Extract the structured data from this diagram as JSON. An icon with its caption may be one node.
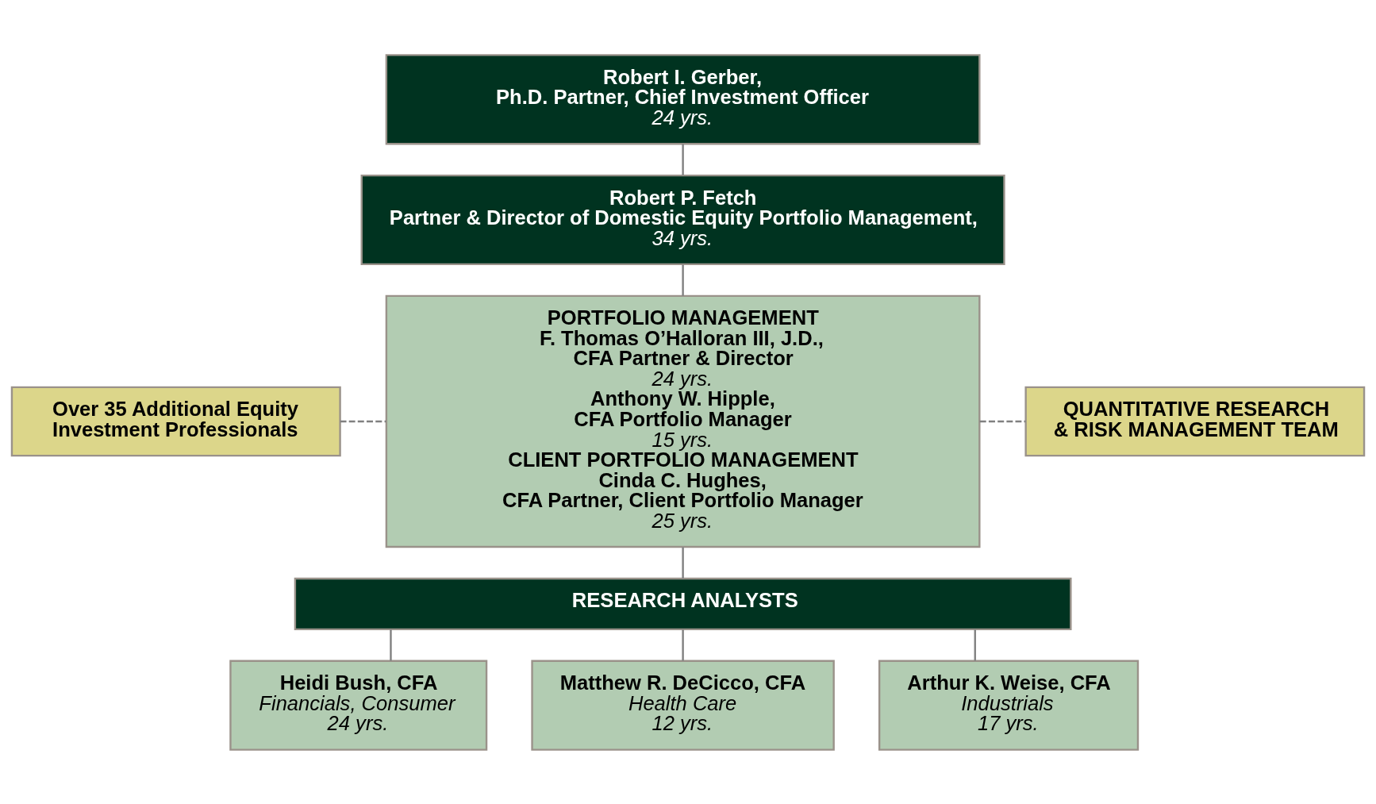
{
  "diagram": {
    "nodes": [
      {
        "text": [
          "Robert I. Gerber, Ph.D. Partner, Chief Investment Officer",
          "24 yrs."
        ]
      },
      {
        "text": [
          "Robert P. Fetch Partner & Director of Domestic Equity Portfolio Management,",
          "34 yrs."
        ]
      },
      {
        "text": [
          "PORTFOLIO MANAGEMENT",
          "F. Thomas O’Halloran III, J.D., CFA Partner & Director",
          "24 yrs.",
          "Anthony W. Hipple, CFA Portfolio Manager",
          "15 yrs.",
          "CLIENT PORTFOLIO MANAGEMENT",
          "Cinda C. Hughes, CFA Partner, Client Portfolio Manager",
          "25 yrs."
        ]
      },
      {
        "text": [
          "Over 35 Additional Equity Investment Professionals"
        ]
      },
      {
        "text": [
          "QUANTITATIVE RESEARCH & RISK MANAGEMENT TEAM"
        ]
      },
      {
        "text": [
          "RESEARCH ANALYSTS"
        ]
      },
      {
        "text": [
          "Heidi Bush, CFA",
          "Financials, Consumer",
          "24 yrs."
        ]
      },
      {
        "text": [
          "Matthew R. DeCicco, CFA",
          "Health Care",
          "12 yrs."
        ]
      },
      {
        "text": [
          "Arthur K. Weise, CFA",
          "Industrials",
          "17 yrs."
        ]
      }
    ],
    "edges": [
      {
        "from": 0,
        "to": 1,
        "arrow": "none"
      },
      {
        "from": 1,
        "to": 2,
        "arrow": "none"
      },
      {
        "from": 3,
        "to": 2,
        "arrow": "none",
        "style": "dashed"
      },
      {
        "from": 2,
        "to": 4,
        "arrow": "none",
        "style": "dashed"
      },
      {
        "from": 2,
        "to": 5,
        "arrow": "none"
      },
      {
        "from": 5,
        "to": 6,
        "arrow": "none"
      },
      {
        "from": 5,
        "to": 7,
        "arrow": "none"
      },
      {
        "from": 5,
        "to": 8,
        "arrow": "none"
      }
    ]
  }
}
